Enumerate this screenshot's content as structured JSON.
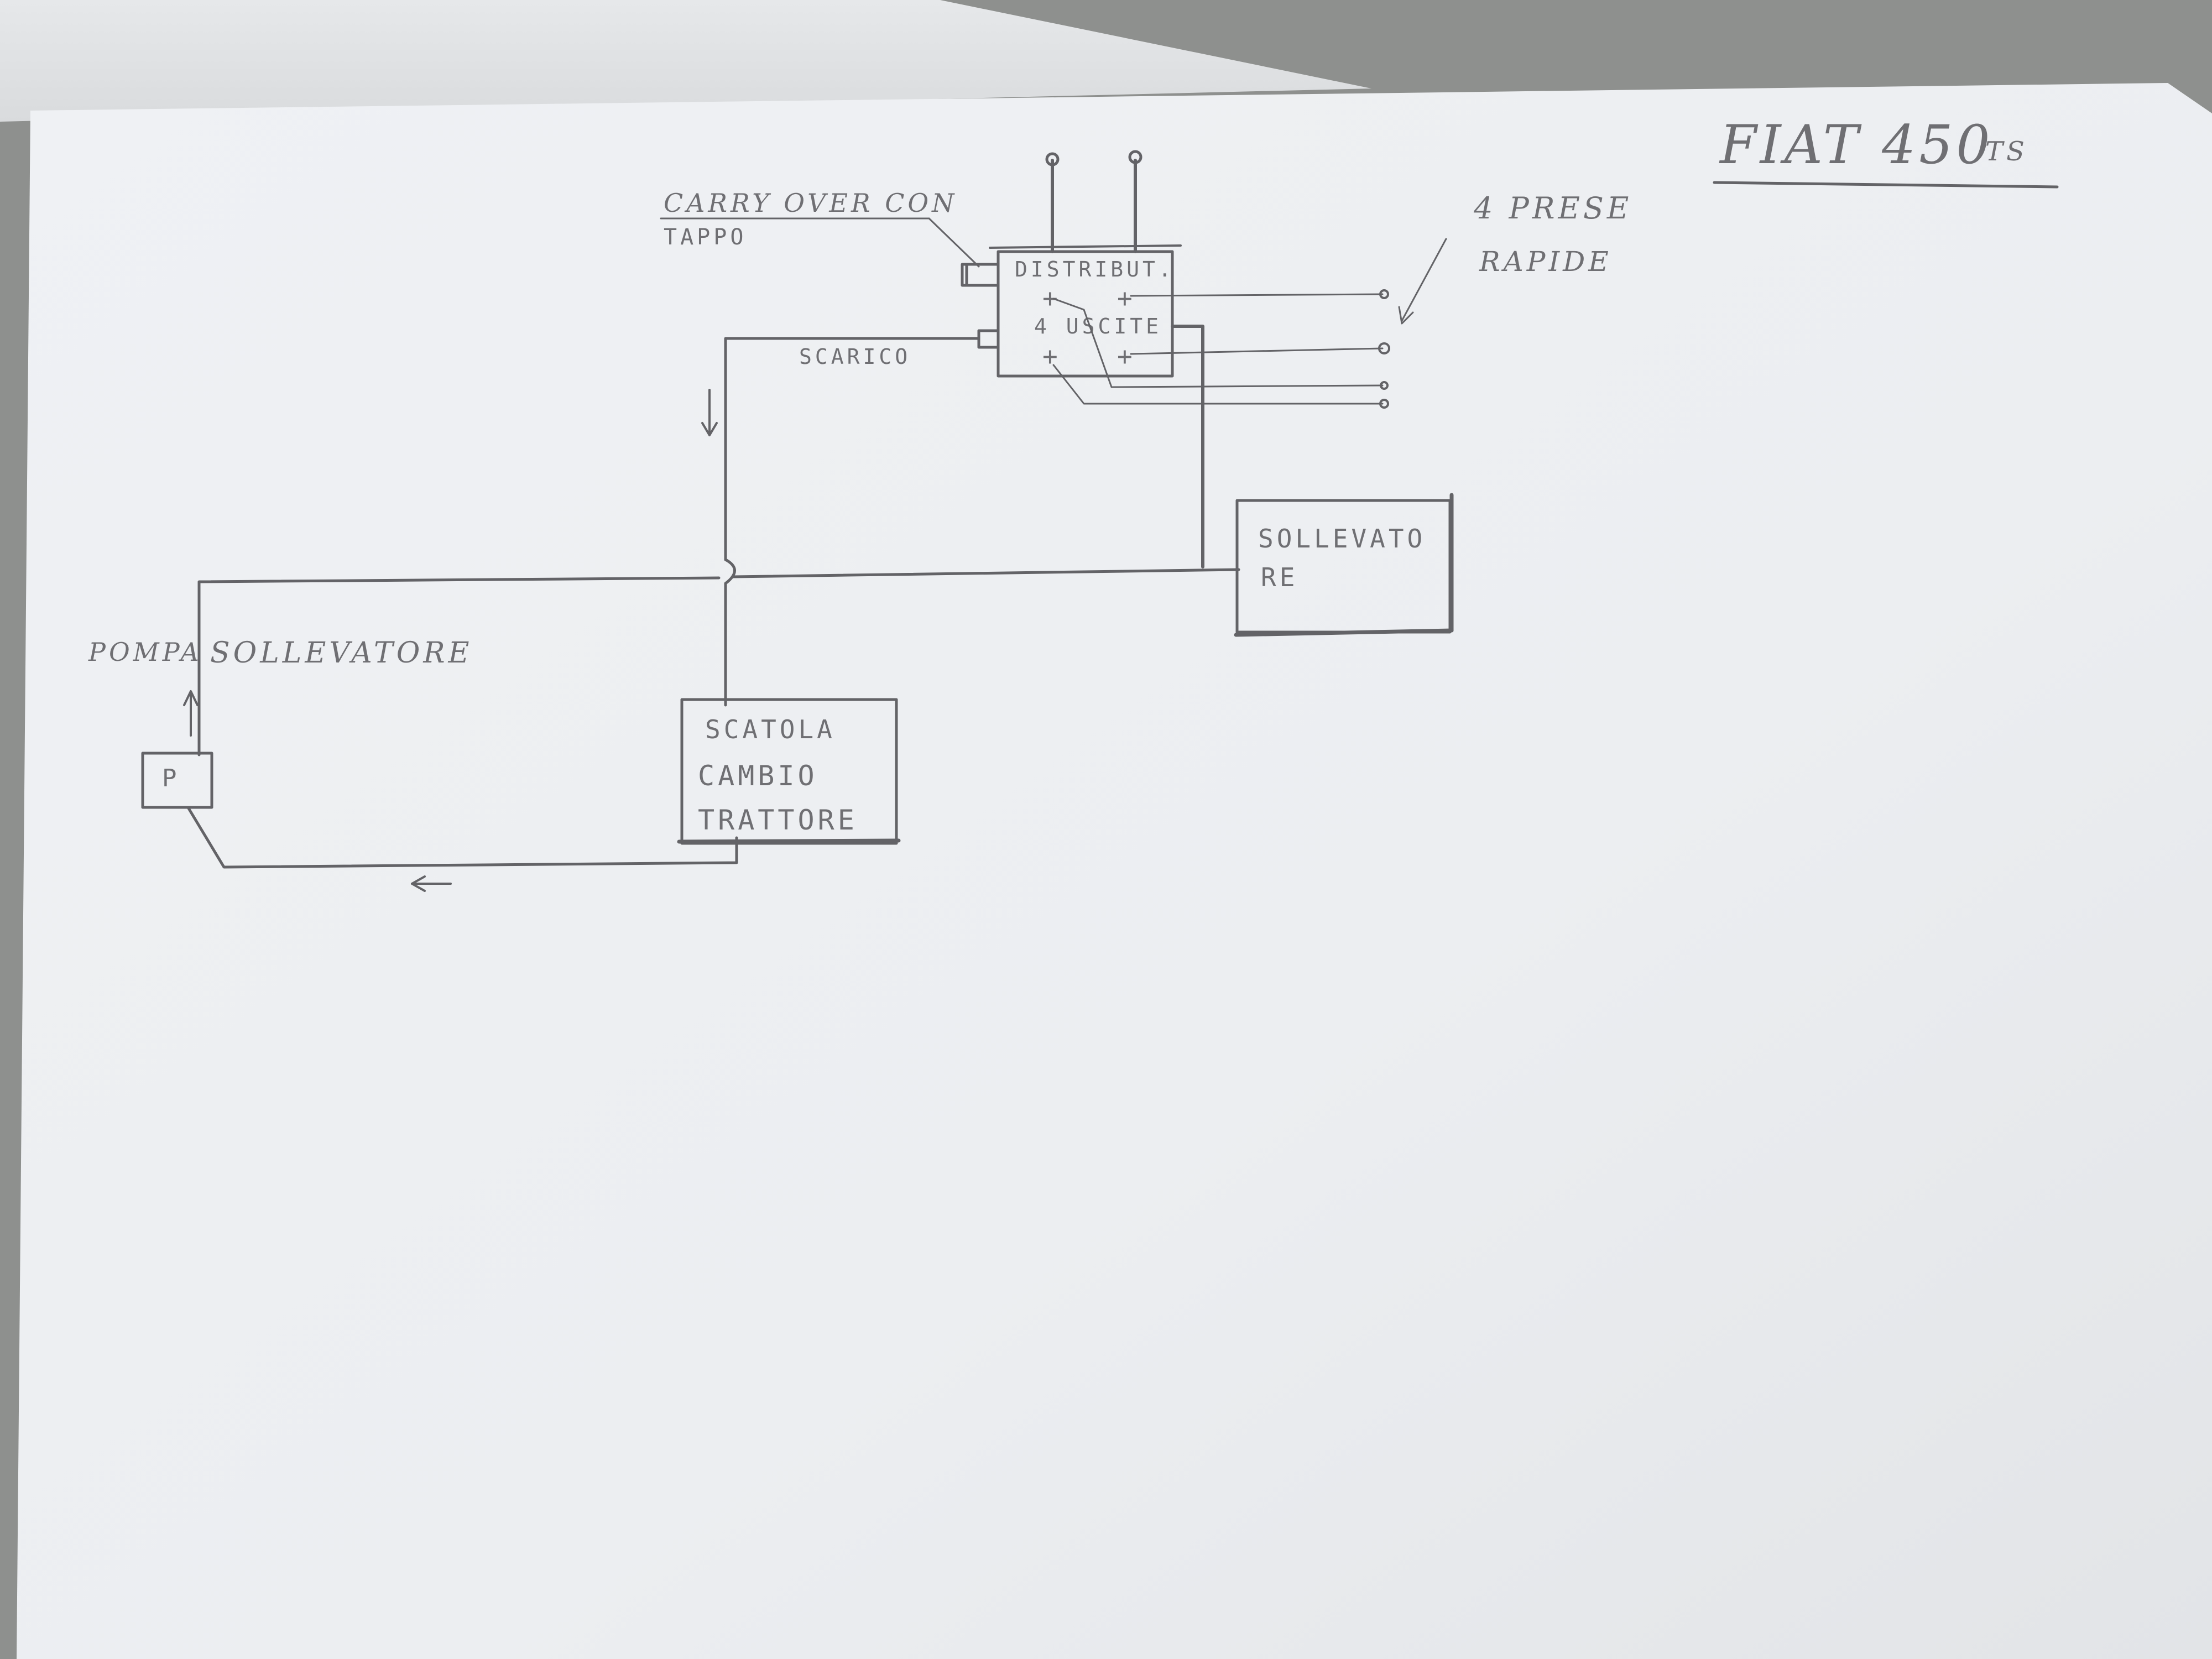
{
  "title": {
    "text": "FIAT 450",
    "suffix": "TS"
  },
  "distributor": {
    "line1": "DISTRIBUT.",
    "line2": "4 USCITE",
    "plus": "+"
  },
  "carry_over": {
    "line1": "CARRY OVER CON",
    "line2": "TAPPO"
  },
  "quick_couplings": {
    "line1": "4 PRESE",
    "line2": "RAPIDE"
  },
  "drain_label": "SCARICO",
  "lifter_box": {
    "line1": "SOLLEVATO",
    "line2": "RE"
  },
  "pump_label": {
    "prefix": "POMPA",
    "text": "SOLLEVATORE"
  },
  "pump_box": "P",
  "gearbox": {
    "line1": "SCATOLA",
    "line2": "CAMBIO",
    "line3": "TRATTORE"
  },
  "colors": {
    "paper": "#f3f4f6",
    "pencil": "#636367",
    "background": "#8c8e8c"
  }
}
